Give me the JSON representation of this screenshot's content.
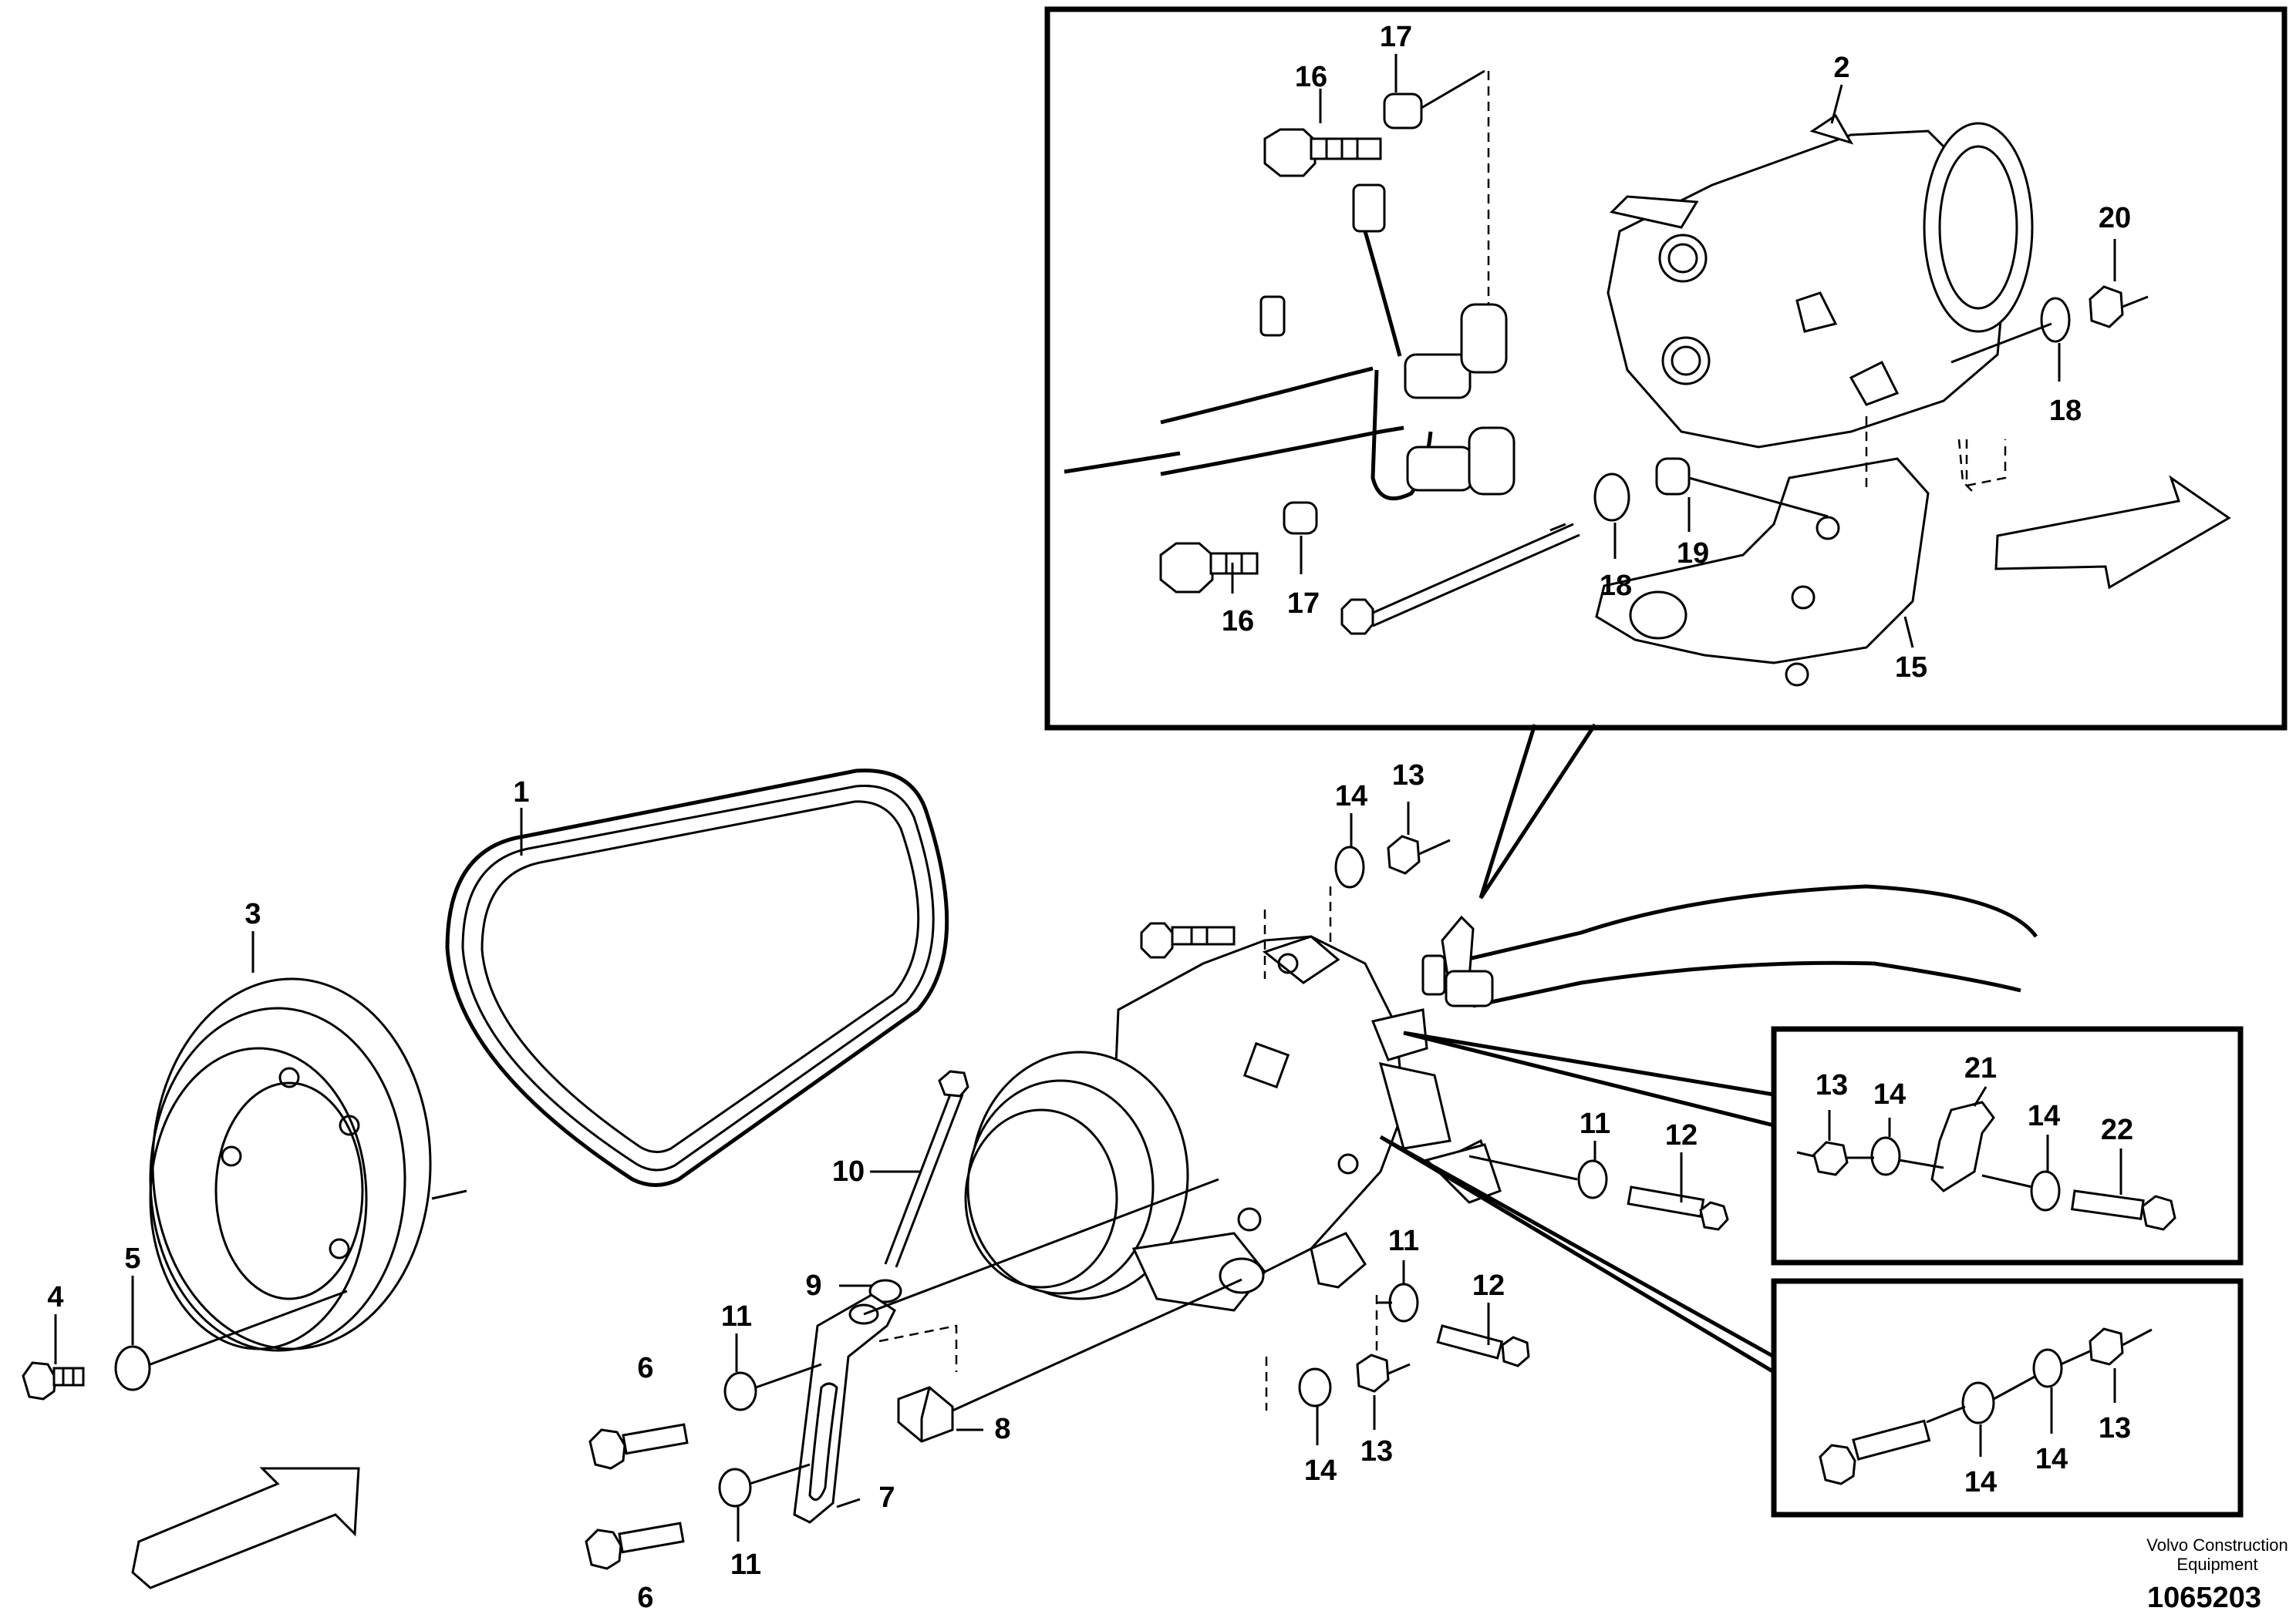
{
  "diagram": {
    "labels": {
      "main": {
        "p1": "1",
        "p3": "3",
        "p4": "4",
        "p5": "5",
        "p6a": "6",
        "p6b": "6",
        "p7": "7",
        "p8": "8",
        "p9": "9",
        "p10": "10",
        "p11a": "11",
        "p11b": "11",
        "p11c": "11",
        "p11d": "11",
        "p12a": "12",
        "p12b": "12",
        "p13a": "13",
        "p13b": "13",
        "p14a": "14",
        "p14b": "14"
      },
      "top_inset": {
        "p2": "2",
        "p15": "15",
        "p16a": "16",
        "p16b": "16",
        "p17a": "17",
        "p17b": "17",
        "p18a": "18",
        "p18b": "18",
        "p19": "19",
        "p20": "20"
      },
      "right_inset_upper": {
        "p13": "13",
        "p14a": "14",
        "p21": "21",
        "p14b": "14",
        "p22": "22"
      },
      "right_inset_lower": {
        "p14a": "14",
        "p14b": "14",
        "p13": "13"
      }
    },
    "footer": {
      "brand_line1": "Volvo Construction",
      "brand_line2": "Equipment",
      "figure_number": "1065203"
    }
  }
}
